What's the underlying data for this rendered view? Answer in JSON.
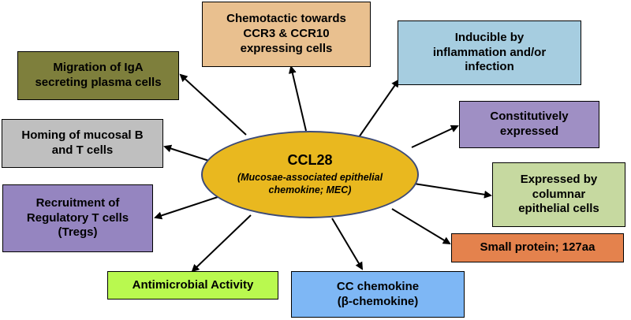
{
  "center": {
    "title": "CCL28",
    "subtitle": "(Mucosae-associated epithelial\nchemokine; MEC)"
  },
  "boxes": {
    "chemotactic": {
      "text": "Chemotactic towards\nCCR3 & CCR10\nexpressing cells",
      "color": "#e9c08f"
    },
    "inducible": {
      "text": "Inducible by\ninflammation and/or\ninfection",
      "color": "#a6cde0"
    },
    "migration": {
      "text": "Migration of IgA\nsecreting plasma cells",
      "color": "#7e7f3c"
    },
    "homing": {
      "text": "Homing of mucosal B\nand T cells",
      "color": "#bfbfbf"
    },
    "constitutive": {
      "text": "Constitutively\nexpressed",
      "color": "#9f8fc4"
    },
    "recruitment": {
      "text": "Recruitment of\nRegulatory T cells\n(Tregs)",
      "color": "#9585c0"
    },
    "columnar": {
      "text": "Expressed by\ncolumnar\nepithelial cells",
      "color": "#c6d9a0"
    },
    "small_protein": {
      "text": "Small protein; 127aa",
      "color": "#e4824d"
    },
    "antimicrobial": {
      "text": "Antimicrobial Activity",
      "color": "#b9f94f"
    },
    "cc_chemokine": {
      "text": "CC chemokine\n(β-chemokine)",
      "color": "#7eb7f5"
    }
  }
}
